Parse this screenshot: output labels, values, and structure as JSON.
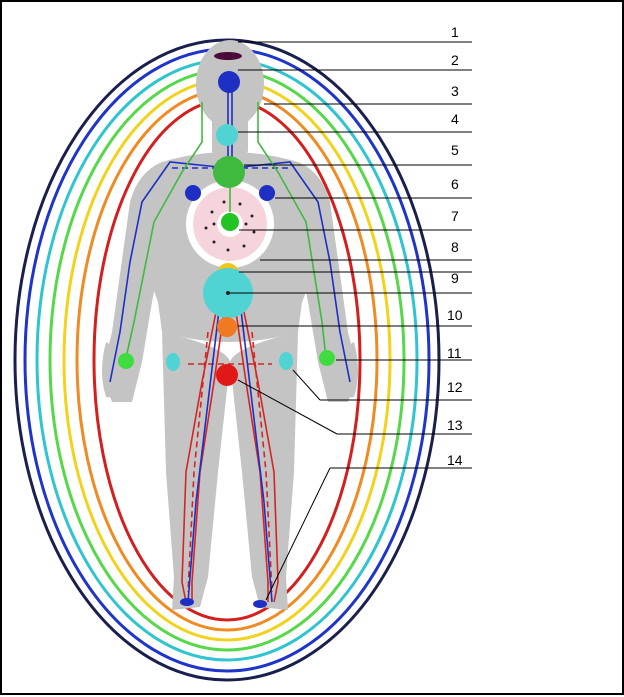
{
  "labels": [
    "1",
    "2",
    "3",
    "4",
    "5",
    "6",
    "7",
    "8",
    "9",
    "10",
    "11",
    "12",
    "13",
    "14"
  ],
  "colors": {
    "aura_rings": [
      "#1a1f4d",
      "#1f35c9",
      "#2fc4cf",
      "#56d84a",
      "#f2d21c",
      "#f08a22",
      "#d41f1f"
    ],
    "body": "#c4c4c4",
    "channel_red": "#d42525",
    "channel_blue": "#1e2fc4",
    "channel_green": "#3fba3f"
  },
  "icons": [
    "crown-point-icon",
    "third-eye-icon",
    "throat-icon",
    "heart-icon",
    "hand-point-icon",
    "solar-plexus-icon",
    "sacral-icon",
    "root-icon",
    "foot-point-icon"
  ]
}
